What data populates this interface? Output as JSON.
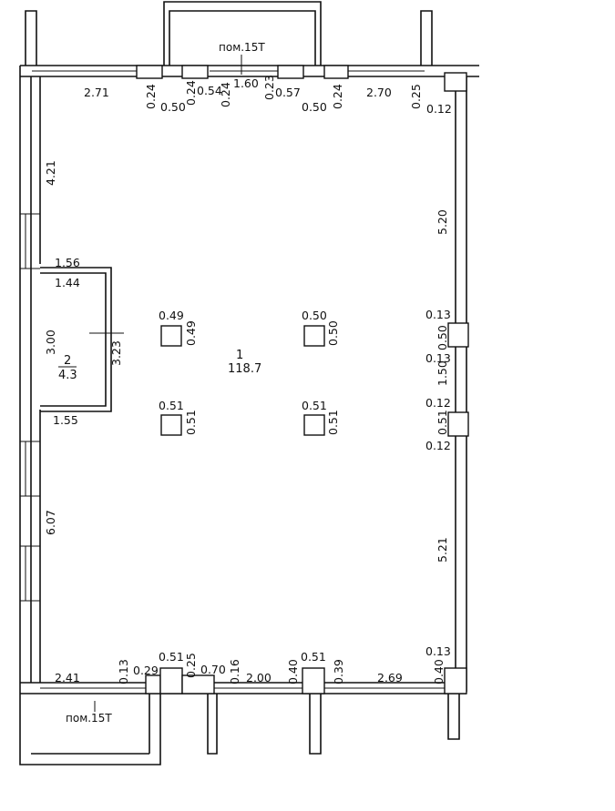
{
  "labels": {
    "room_top": "пом.15Т",
    "room_bottom": "пом.15Т",
    "main_room_number": "1",
    "main_room_area": "118.7",
    "small_room_number": "2",
    "small_room_area": "4.3"
  },
  "top_dims": [
    "2.71",
    "0.24",
    "0.50",
    "0.24",
    "0.54",
    "1.60",
    "0.24",
    "0.23",
    "0.57",
    "0.50",
    "0.24",
    "2.70",
    "0.25",
    "0.12"
  ],
  "left_dims": [
    "4.21",
    "1.56",
    "1.44",
    "3.00",
    "3.23",
    "1.55",
    "6.07"
  ],
  "right_dims": [
    "5.20",
    "0.13",
    "0.50",
    "0.13",
    "1.50",
    "0.12",
    "0.51",
    "0.12",
    "5.21",
    "0.13",
    "0.40"
  ],
  "column_dims": [
    "0.49",
    "0.49",
    "0.50",
    "0.50",
    "0.51",
    "0.51",
    "0.51",
    "0.51"
  ],
  "bottom_dims": [
    "2.41",
    "0.13",
    "0.29",
    "0.51",
    "0.25",
    "0.70",
    "0.16",
    "2.00",
    "0.40",
    "0.51",
    "0.39",
    "2.69"
  ]
}
